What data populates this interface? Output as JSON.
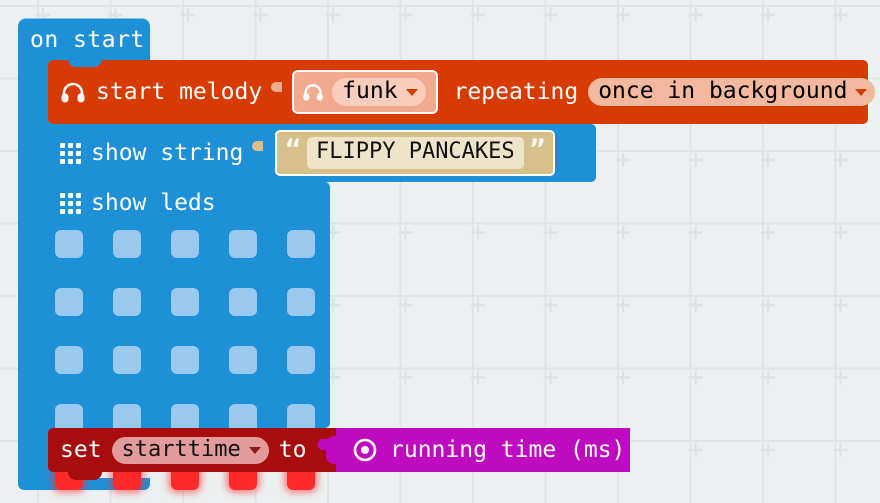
{
  "app": {
    "name": "MakeCode Block Editor Workspace",
    "background_color": "#ecf0f1",
    "grid_marker": "plus-cross"
  },
  "workspace": {
    "blocks": [
      {
        "id": "on-start",
        "kind": "event-hat",
        "label": "on start",
        "color": "#1e90d8"
      },
      {
        "id": "start-melody",
        "kind": "statement",
        "color": "#d83b01",
        "icon": "headphones-icon",
        "label": "start melody",
        "melody_arg": {
          "icon": "headphones-icon",
          "value": "funk",
          "dropdown": "chevron-down-icon",
          "color": "#f2aa8e"
        },
        "repeating_label": "repeating",
        "repeating_value": "once in background",
        "repeating_dropdown": "chevron-down-icon"
      },
      {
        "id": "show-string",
        "kind": "statement",
        "color": "#1e90d8",
        "icon": "led-grid-icon",
        "label": "show string",
        "string_value": "FLIPPY PANCAKES",
        "open_quote": "“",
        "close_quote": "”",
        "arg_color": "#d8c08c"
      },
      {
        "id": "show-leds",
        "kind": "statement",
        "color": "#1e90d8",
        "icon": "led-grid-icon",
        "label": "show leds",
        "led_matrix": {
          "rows": 5,
          "cols": 5,
          "on_color": "#ff2b2b",
          "off_color": "#99c9ef",
          "state": [
            [
              0,
              0,
              0,
              0,
              0
            ],
            [
              0,
              0,
              0,
              0,
              0
            ],
            [
              0,
              0,
              0,
              0,
              0
            ],
            [
              0,
              0,
              0,
              0,
              0
            ],
            [
              1,
              1,
              1,
              1,
              1
            ]
          ]
        }
      },
      {
        "id": "set-variable",
        "kind": "statement",
        "color": "#a80d0d",
        "set_label": "set",
        "variable_name": "starttime",
        "variable_dropdown": "chevron-down-icon",
        "to_label": "to",
        "value_block": {
          "id": "running-time",
          "kind": "reporter",
          "color": "#bf0bbf",
          "icon": "clock-dot-icon",
          "label": "running time (ms)"
        }
      }
    ]
  }
}
